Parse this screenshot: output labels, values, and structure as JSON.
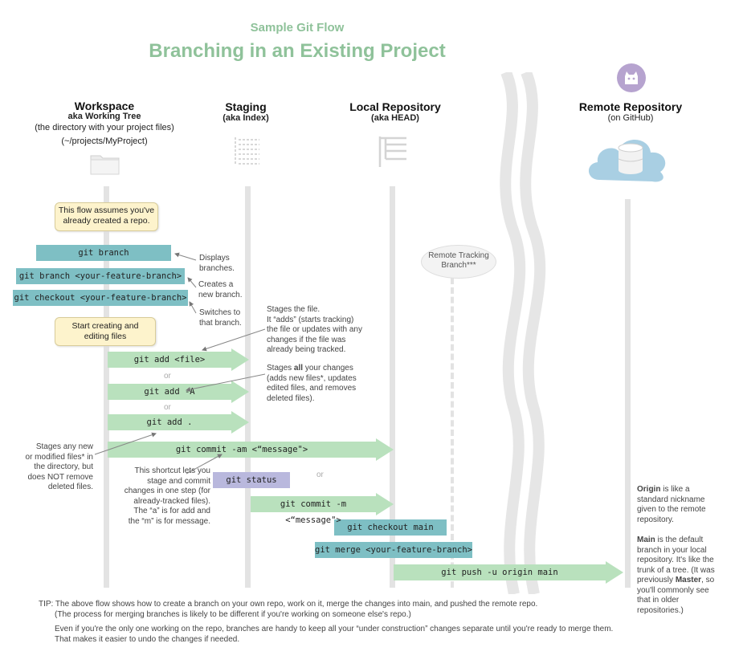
{
  "header": {
    "subtitle": "Sample Git Flow",
    "title": "Branching in an Existing Project"
  },
  "columns": {
    "workspace": {
      "title": "Workspace",
      "aka": "aka Working Tree",
      "desc": "(the directory with your project files)",
      "path": "(~/projects/MyProject)"
    },
    "staging": {
      "title": "Staging",
      "aka": "(aka Index)"
    },
    "local": {
      "title": "Local Repository",
      "aka": "(aka HEAD)"
    },
    "remote": {
      "title": "Remote Repository",
      "aka": "(on GitHub)"
    }
  },
  "remote_tracking": {
    "line1": "Remote Tracking",
    "line2": "Branch***"
  },
  "yellow_notes": {
    "assumes_1": "This flow assumes you've",
    "assumes_2": "already created a repo.",
    "start_1": "Start creating and",
    "start_2": "editing files"
  },
  "commands": {
    "branch": "git branch",
    "branch_new": "git branch <your-feature-branch>",
    "checkout": "git checkout <your-feature-branch>",
    "add_file": "git add <file>",
    "add_all": "git add -A",
    "add_dot": "git add .",
    "commit_am": "git commit -am <“message\">",
    "status": "git status",
    "commit_m": "git commit -m <“message\">",
    "checkout_main": "git checkout main",
    "merge": "git merge <your-feature-branch>",
    "push": "git push -u origin main"
  },
  "or_label": "or",
  "notes": {
    "displays_1": "Displays",
    "displays_2": "branches.",
    "creates_1": "Creates a",
    "creates_2": "new branch.",
    "switches_1": "Switches to",
    "switches_2": "that branch.",
    "stages_file_1": "Stages the file.",
    "stages_file_2": "It “adds” (starts tracking)",
    "stages_file_3": "the file or updates with any",
    "stages_file_4": "changes if the file was",
    "stages_file_5": "already being tracked.",
    "stages_all_pre": "Stages ",
    "stages_all_bold": "all",
    "stages_all_post": " your changes",
    "stages_all_2": "(adds new files*, updates",
    "stages_all_3": "edited files, and removes",
    "stages_all_4": "deleted files).",
    "stages_new_1": "Stages any new",
    "stages_new_2": "or modified files* in",
    "stages_new_3": "the directory, but",
    "stages_new_4": "does NOT remove",
    "stages_new_5": "deleted files.",
    "shortcut_1": "This shortcut lets you",
    "shortcut_2": "stage and commit",
    "shortcut_3": "changes in one step (for",
    "shortcut_4": "already-tracked files).",
    "shortcut_5": "The “a” is for add and",
    "shortcut_6": "the “m” is for message.",
    "origin_bold": "Origin",
    "origin_1": " is like a",
    "origin_2": "standard nickname",
    "origin_3": "given to the remote",
    "origin_4": "repository.",
    "main_bold": "Main",
    "main_1": " is the default",
    "main_2": "branch in your local",
    "main_3": "repository. It's like the",
    "main_4": "trunk of a tree. (It was",
    "main_5_pre": "previously ",
    "main_5_bold": "Master",
    "main_5_post": ", so",
    "main_6": "you'll commonly see",
    "main_7": "that in older",
    "main_8": "repositories.)"
  },
  "tip": {
    "line1": "TIP: The above flow shows how to create a branch on your own repo, work on it, merge the changes into main, and pushed the remote repo.",
    "line2": "(The process for merging branches is likely to be different if you're working on someone else's repo.)",
    "line3": "Even if you're the only one working on the repo, branches are handy to keep all your “under construction” changes separate until you're ready to merge them.",
    "line4": "That makes it easier to undo the changes if needed."
  },
  "colors": {
    "teal": "#7ebfc4",
    "green": "#b9e1bd",
    "purple": "#b9b8dd",
    "yellow": "#fdf3cc",
    "title_green": "#8fc29a",
    "cloud": "#a9cfe3"
  },
  "icons": [
    "folder-icon",
    "staging-list-icon",
    "repository-tree-icon",
    "github-octocat-icon",
    "cloud-database-icon"
  ]
}
